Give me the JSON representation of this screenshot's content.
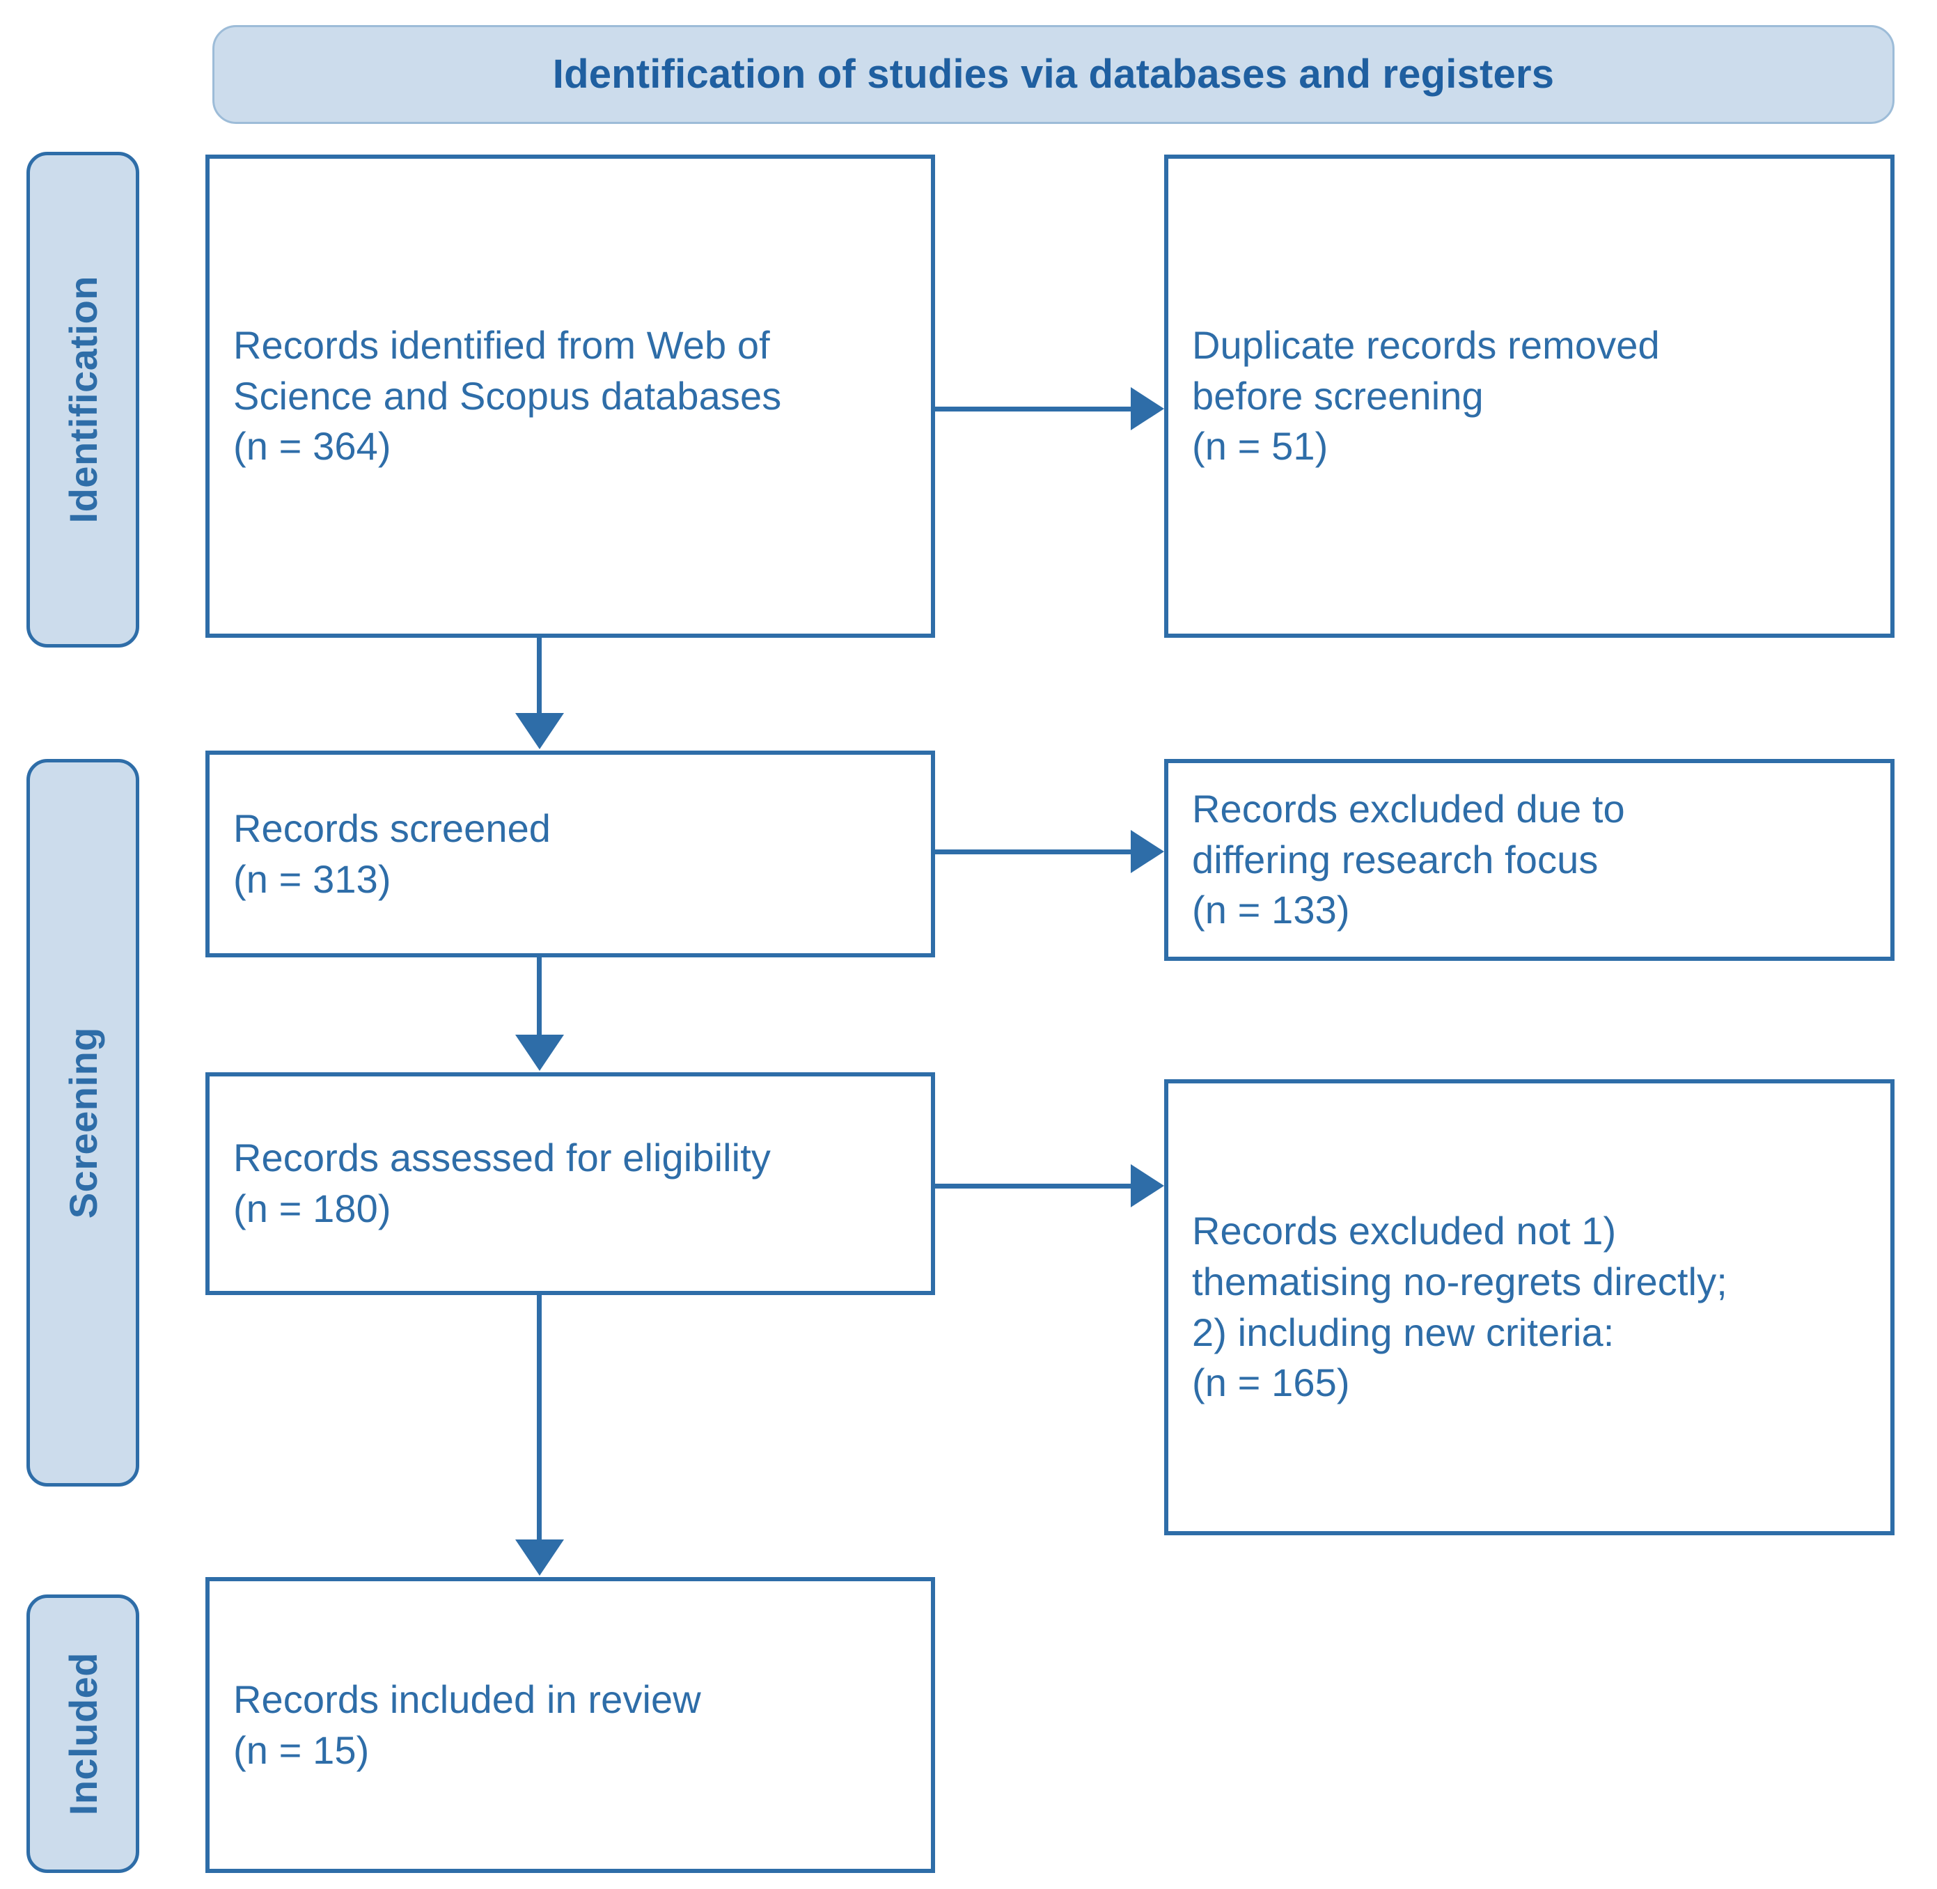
{
  "header": {
    "title": "Identification of studies via databases and registers"
  },
  "colors": {
    "accent": "#2e6da8",
    "banner_fill": "#ccdcec",
    "banner_border": "#9dbcd8",
    "box_fill": "#ffffff",
    "page_background": "#ffffff"
  },
  "stages": [
    {
      "id": "identification",
      "label": "Identification"
    },
    {
      "id": "screening",
      "label": "Screening"
    },
    {
      "id": "included",
      "label": "Included"
    }
  ],
  "boxes": {
    "identified": {
      "text": "Records identified from Web of\nScience and Scopus databases\n(n = 364)",
      "count_label": "n = 364",
      "count": 364
    },
    "duplicates": {
      "text": "Duplicate records removed\nbefore screening\n(n = 51)",
      "count_label": "n = 51",
      "count": 51
    },
    "screened": {
      "text": "Records screened\n(n = 313)",
      "count_label": "n = 313",
      "count": 313
    },
    "excluded_focus": {
      "text": "Records excluded due to\ndiffering research focus\n(n = 133)",
      "count_label": "n = 133",
      "count": 133
    },
    "eligibility": {
      "text": "Records assessed for eligibility\n(n = 180)",
      "count_label": "n = 180",
      "count": 180
    },
    "excluded_criteria": {
      "text": "Records excluded not 1)\nthematising no-regrets directly;\n2) including new criteria:\n(n = 165)",
      "count_label": "n = 165",
      "count": 165
    },
    "included": {
      "text": "Records included in review\n(n = 15)",
      "count_label": "n = 15",
      "count": 15
    }
  },
  "connectors": [
    {
      "id": "identified-to-duplicates",
      "direction": "right"
    },
    {
      "id": "screened-to-excluded-focus",
      "direction": "right"
    },
    {
      "id": "eligibility-to-excluded-criteria",
      "direction": "right"
    },
    {
      "id": "identified-to-screened",
      "direction": "down"
    },
    {
      "id": "screened-to-eligibility",
      "direction": "down"
    },
    {
      "id": "eligibility-to-included",
      "direction": "down"
    }
  ]
}
